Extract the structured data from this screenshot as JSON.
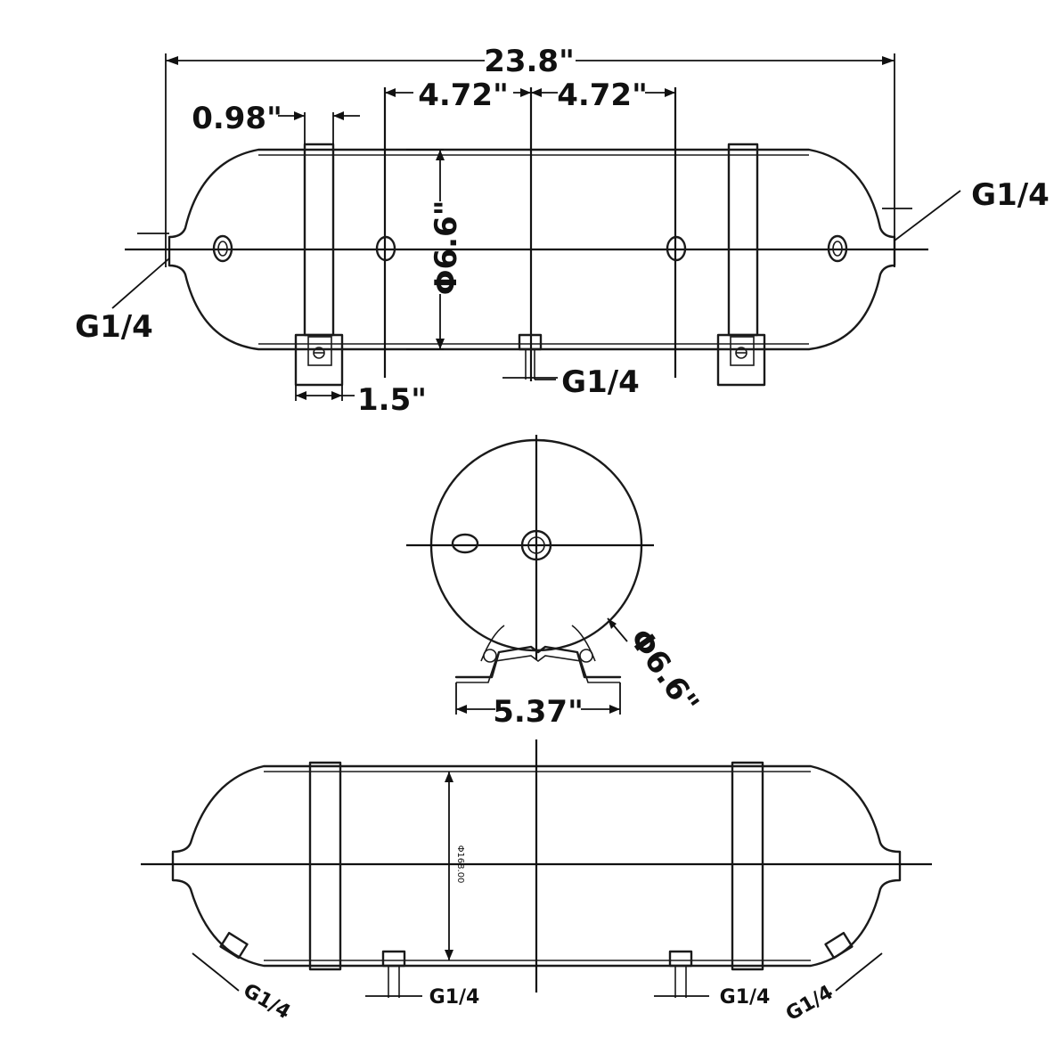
{
  "labels": {
    "overall_length": "23.8\"",
    "port_spacing_left": "4.72\"",
    "port_spacing_right": "4.72\"",
    "strap_width": "0.98\"",
    "diameter_side": "Φ6.6\"",
    "bracket_width": "1.5\"",
    "port_right_end": "G1/4",
    "port_left_end": "G1/4",
    "port_bottom_center": "G1/4",
    "diameter_end": "Φ6.6\"",
    "bracket_span": "5.37\"",
    "bottom_inner_dim": "Φ168.00",
    "bottom_port_1": "G1/4",
    "bottom_port_2": "G1/4",
    "bottom_port_3": "G1/4",
    "bottom_port_4": "G1/4"
  }
}
